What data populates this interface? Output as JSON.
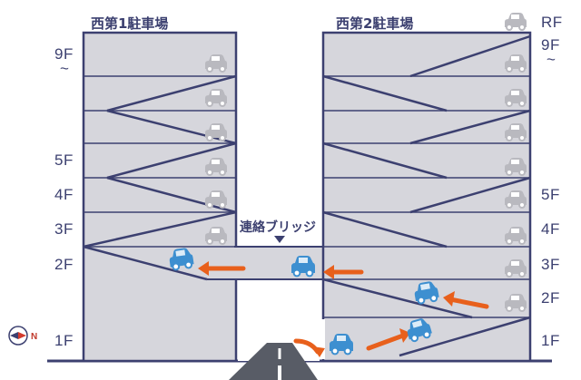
{
  "buildings": [
    {
      "title": "西第1駐車場",
      "floor_labels": [
        "9F",
        "~",
        "5F",
        "4F",
        "3F",
        "2F",
        "1F"
      ]
    },
    {
      "title": "西第2駐車場",
      "floor_labels": [
        "RF",
        "9F",
        "~",
        "5F",
        "4F",
        "3F",
        "2F",
        "1F"
      ]
    }
  ],
  "bridge": {
    "label": "連絡ブリッジ"
  },
  "compass": {
    "direction": "N"
  },
  "colors": {
    "building_fill": "#d6d6dc",
    "outline": "#3c4070",
    "car_active": "#3d8fd0",
    "car_parked": "#b9b9bf",
    "arrow": "#e8601c",
    "road": "#585c66"
  }
}
